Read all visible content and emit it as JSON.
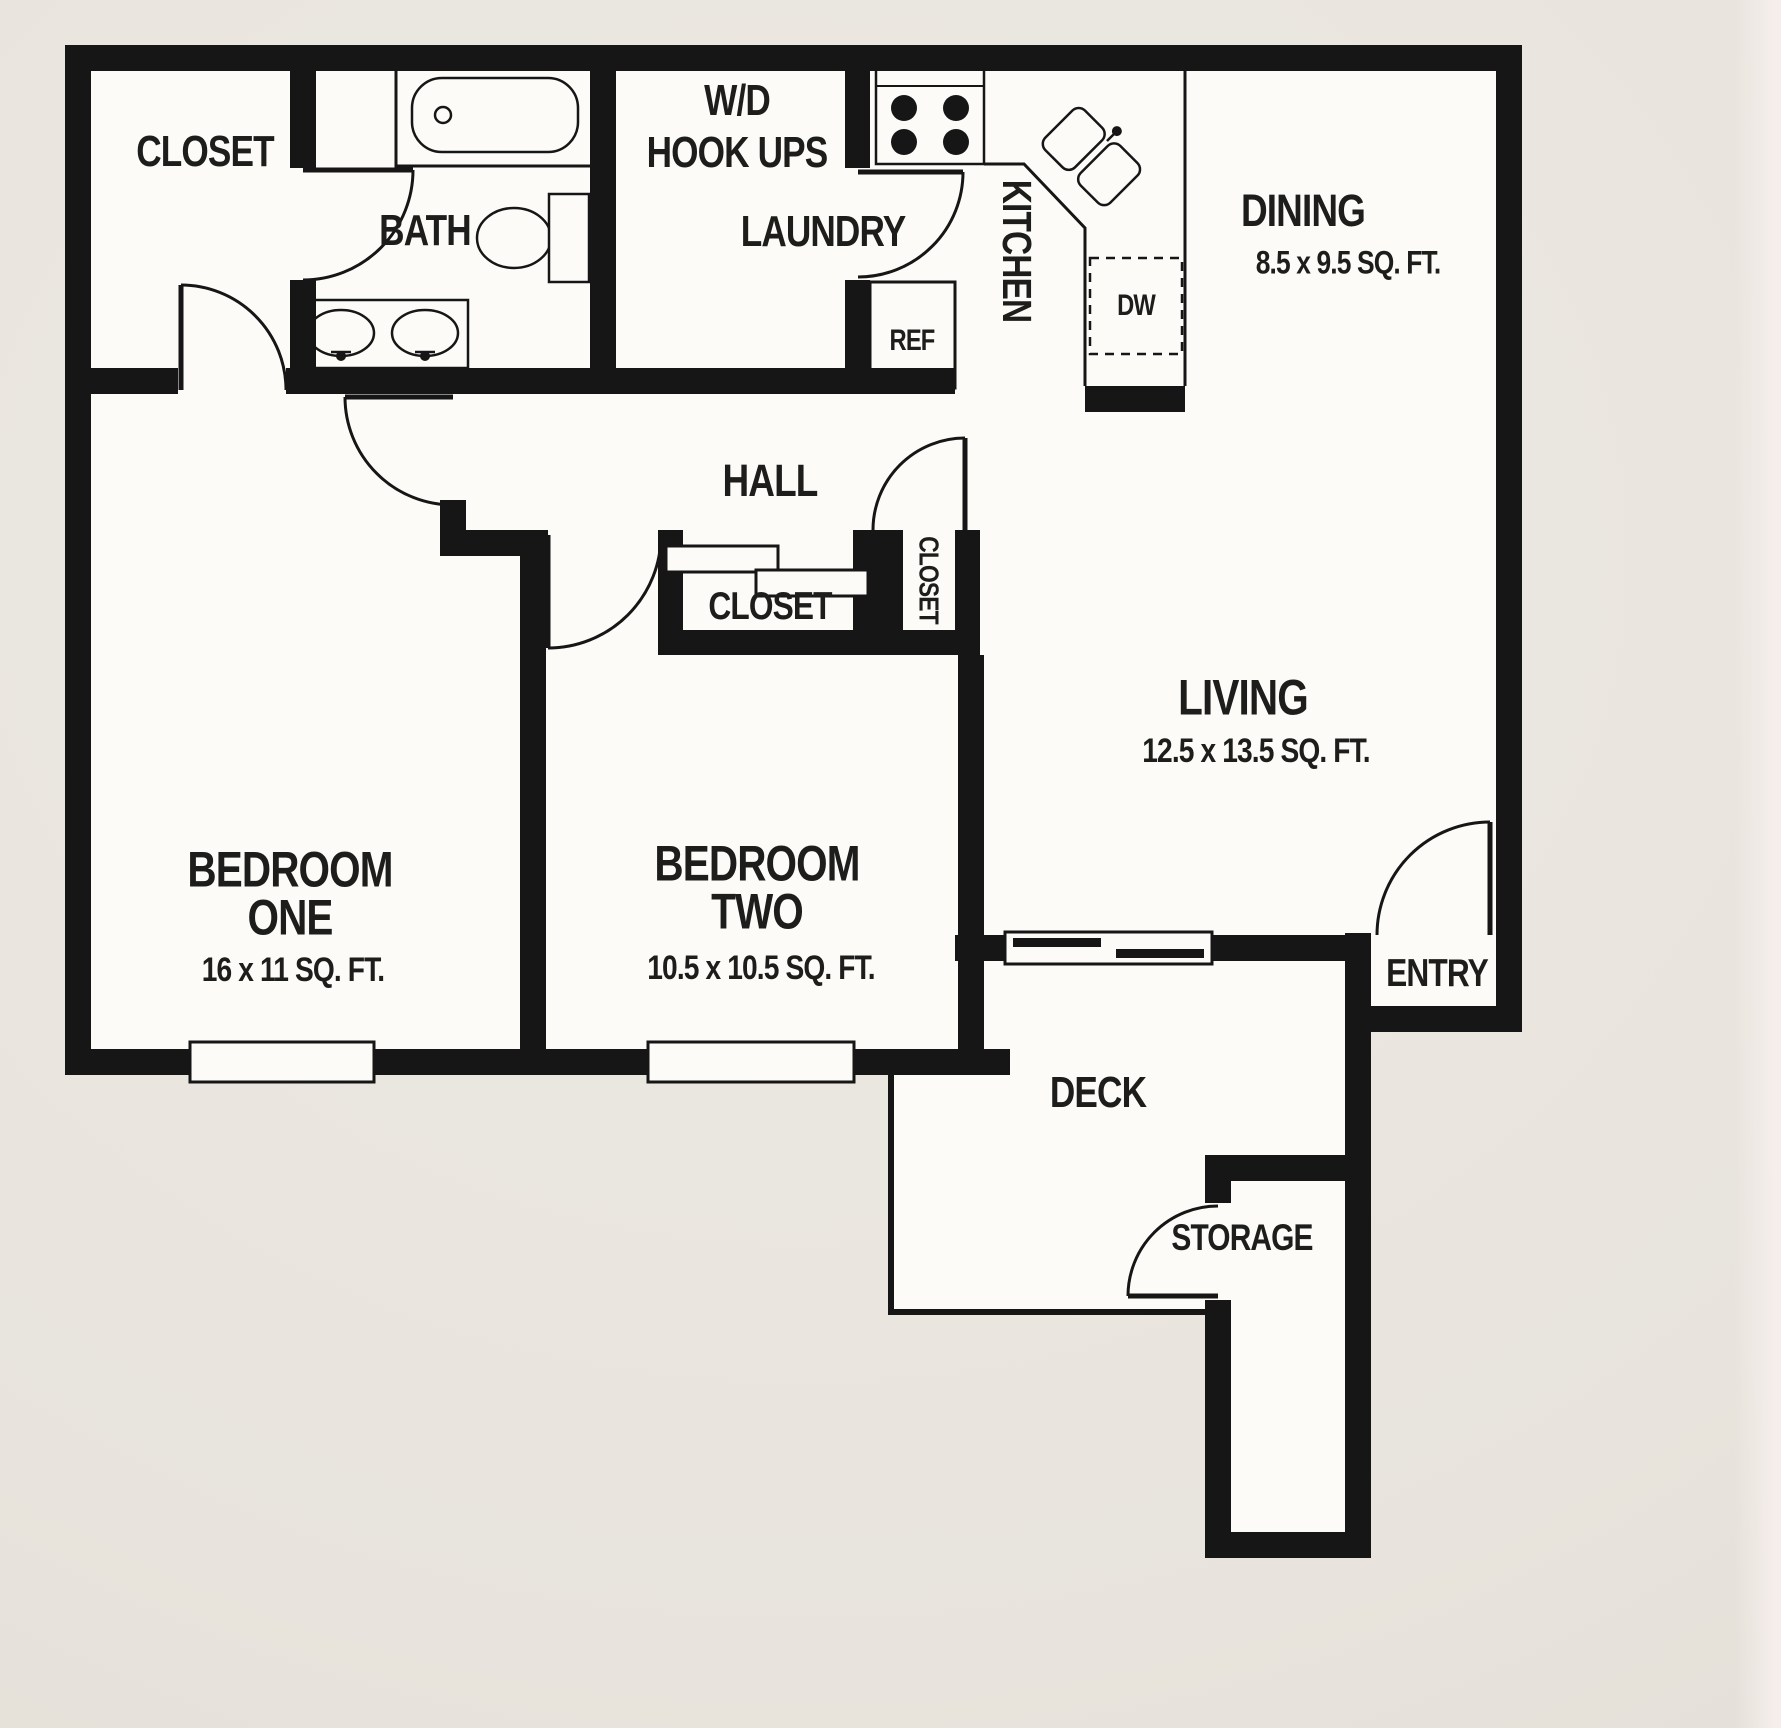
{
  "floor_plan": {
    "rooms": {
      "closet_top_left": {
        "label": "CLOSET"
      },
      "bath": {
        "label": "BATH"
      },
      "laundry": {
        "hookups_line1": "W/D",
        "hookups_line2": "HOOK UPS",
        "label": "LAUNDRY"
      },
      "kitchen": {
        "label": "KITCHEN"
      },
      "dining": {
        "label": "DINING",
        "dimensions": "8.5 x 9.5 SQ. FT."
      },
      "hall": {
        "label": "HALL"
      },
      "hall_closet": {
        "label": "CLOSET"
      },
      "living_closet": {
        "label": "CLOSET"
      },
      "living": {
        "label": "LIVING",
        "dimensions": "12.5 x 13.5 SQ. FT."
      },
      "bedroom_one": {
        "label_line1": "BEDROOM",
        "label_line2": "ONE",
        "dimensions": "16 x 11 SQ. FT."
      },
      "bedroom_two": {
        "label_line1": "BEDROOM",
        "label_line2": "TWO",
        "dimensions": "10.5 x 10.5 SQ. FT."
      },
      "entry": {
        "label": "ENTRY"
      },
      "deck": {
        "label": "DECK"
      },
      "storage": {
        "label": "STORAGE"
      }
    },
    "appliances": {
      "refrigerator": {
        "label": "REF"
      },
      "dishwasher": {
        "label": "DW"
      }
    },
    "colors": {
      "wall": "#161616",
      "floor": "#fcfbf8",
      "background": "#e8e4dd",
      "text": "#1d1d1b"
    }
  }
}
